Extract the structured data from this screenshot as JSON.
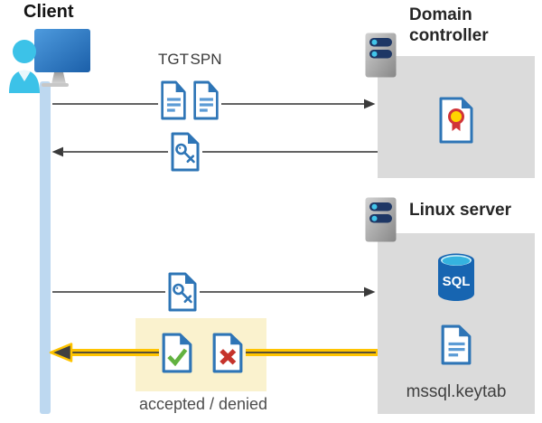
{
  "client": {
    "label": "Client"
  },
  "domain_controller": {
    "label": "Domain controller"
  },
  "linux_server": {
    "label": "Linux server",
    "sql_label": "SQL",
    "keytab_label": "mssql.keytab"
  },
  "messages": {
    "tgt_label": "TGT",
    "spn_label": "SPN",
    "result_label": "accepted / denied"
  },
  "icons": {
    "client": "person-at-monitor-icon",
    "domain_controller": "server-icon",
    "linux_server": "server-icon",
    "tgt": "document-icon",
    "spn": "document-icon",
    "service_ticket": "key-document-icon",
    "certificate": "certificate-document-icon",
    "sql_database": "sql-database-icon",
    "keytab_file": "document-icon",
    "accepted": "check-document-icon",
    "denied": "cross-document-icon"
  },
  "colors": {
    "doc_blue": "#2E75B6",
    "doc_line_blue": "#5B9BD5",
    "person_cyan": "#3CC2E8",
    "timeline_blue": "#BDD8F0",
    "box_gray": "#DBDBDB",
    "highlight_yellow": "#FAF2CE",
    "arrow_yellow": "#FFC400",
    "arrow_gray": "#4D4D4D",
    "check_green": "#62B23F",
    "cross_red": "#C5332B",
    "cert_gold": "#FFD400",
    "cert_red": "#D13438",
    "server_bar_navy": "#1E3765",
    "sql_blue": "#1765B1"
  }
}
